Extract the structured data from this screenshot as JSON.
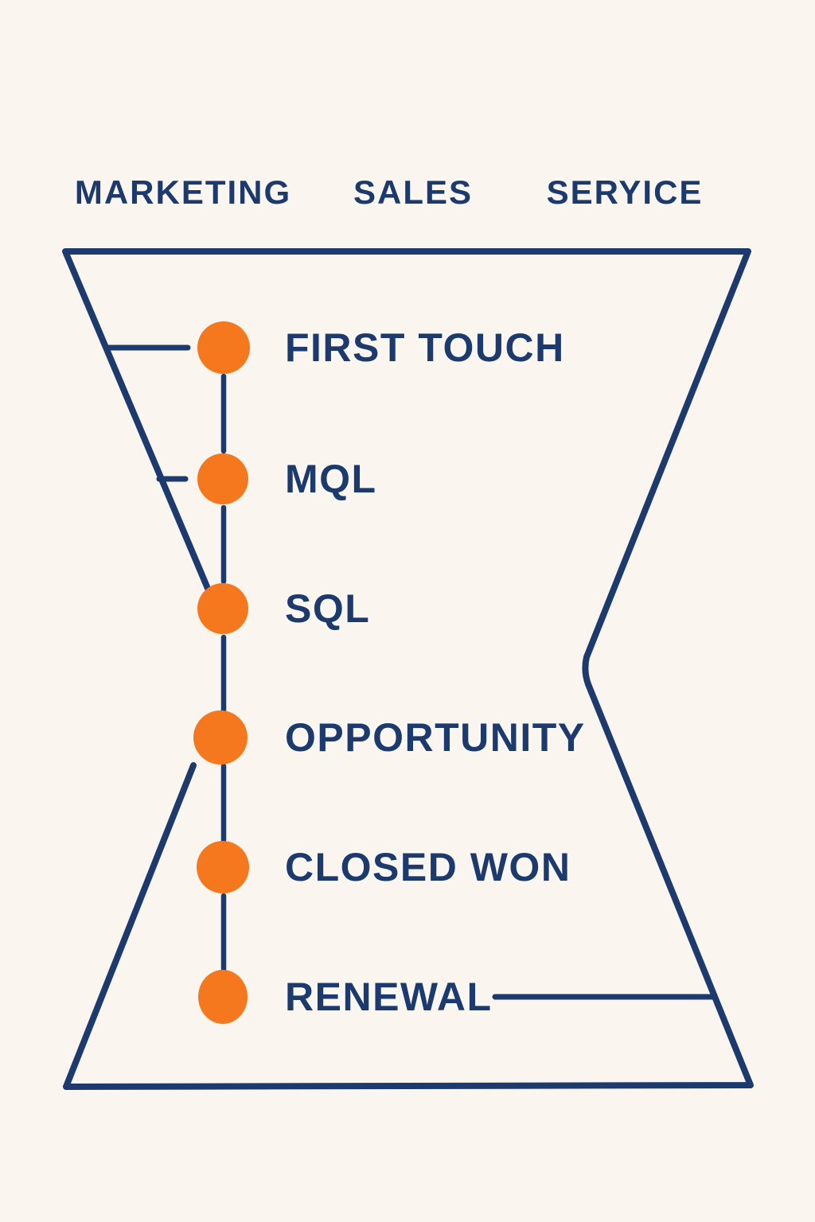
{
  "title": "Marketing-Sales-Service hourglass funnel diagram",
  "colors": {
    "background": "#faf5ef",
    "line_navy": "#1d3a6e",
    "dot_orange": "#f5771e",
    "text_navy": "#1d3a6e"
  },
  "header": {
    "columns": [
      {
        "label": "MARKETING"
      },
      {
        "label": "SALES"
      },
      {
        "label": "SERYICE"
      }
    ]
  },
  "funnel": {
    "stages": [
      {
        "label": "FIRST TOUCH"
      },
      {
        "label": "MQL"
      },
      {
        "label": "SQL"
      },
      {
        "label": "OPPORTUNITY"
      },
      {
        "label": "CLOSED WON"
      },
      {
        "label": "RENEWAL"
      }
    ]
  }
}
